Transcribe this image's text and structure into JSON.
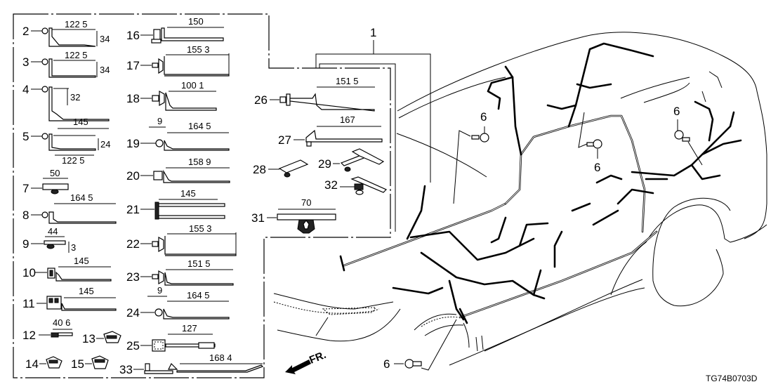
{
  "diagram": {
    "title_code": "TG74B0703D",
    "front_indicator": "FR.",
    "main_callout": "1",
    "clip_callout": "6"
  },
  "parts": [
    {
      "no": "2",
      "dims": [
        "122 5",
        "34"
      ]
    },
    {
      "no": "3",
      "dims": [
        "122 5",
        "34"
      ]
    },
    {
      "no": "4",
      "dims": [
        "32",
        "145"
      ]
    },
    {
      "no": "5",
      "dims": [
        "24",
        "122 5"
      ]
    },
    {
      "no": "7",
      "dims": [
        "50"
      ]
    },
    {
      "no": "8",
      "dims": [
        "164 5"
      ]
    },
    {
      "no": "9",
      "dims": [
        "44",
        "3"
      ]
    },
    {
      "no": "10",
      "dims": [
        "145"
      ]
    },
    {
      "no": "11",
      "dims": [
        "145"
      ]
    },
    {
      "no": "12",
      "dims": [
        "40 6"
      ]
    },
    {
      "no": "13",
      "dims": []
    },
    {
      "no": "14",
      "dims": []
    },
    {
      "no": "15",
      "dims": []
    },
    {
      "no": "16",
      "dims": [
        "150"
      ]
    },
    {
      "no": "17",
      "dims": [
        "155 3"
      ]
    },
    {
      "no": "18",
      "dims": [
        "100 1"
      ]
    },
    {
      "no": "19",
      "dims": [
        "9",
        "164 5"
      ]
    },
    {
      "no": "20",
      "dims": [
        "158 9"
      ]
    },
    {
      "no": "21",
      "dims": [
        "145"
      ]
    },
    {
      "no": "22",
      "dims": [
        "155 3"
      ]
    },
    {
      "no": "23",
      "dims": [
        "151 5"
      ]
    },
    {
      "no": "24",
      "dims": [
        "9",
        "164 5"
      ]
    },
    {
      "no": "25",
      "dims": [
        "127"
      ]
    },
    {
      "no": "33",
      "dims": [
        "168 4"
      ]
    },
    {
      "no": "26",
      "dims": [
        "151 5"
      ]
    },
    {
      "no": "27",
      "dims": [
        "167"
      ]
    },
    {
      "no": "28",
      "dims": []
    },
    {
      "no": "29",
      "dims": []
    },
    {
      "no": "32",
      "dims": []
    },
    {
      "no": "31",
      "dims": [
        "70"
      ]
    }
  ]
}
